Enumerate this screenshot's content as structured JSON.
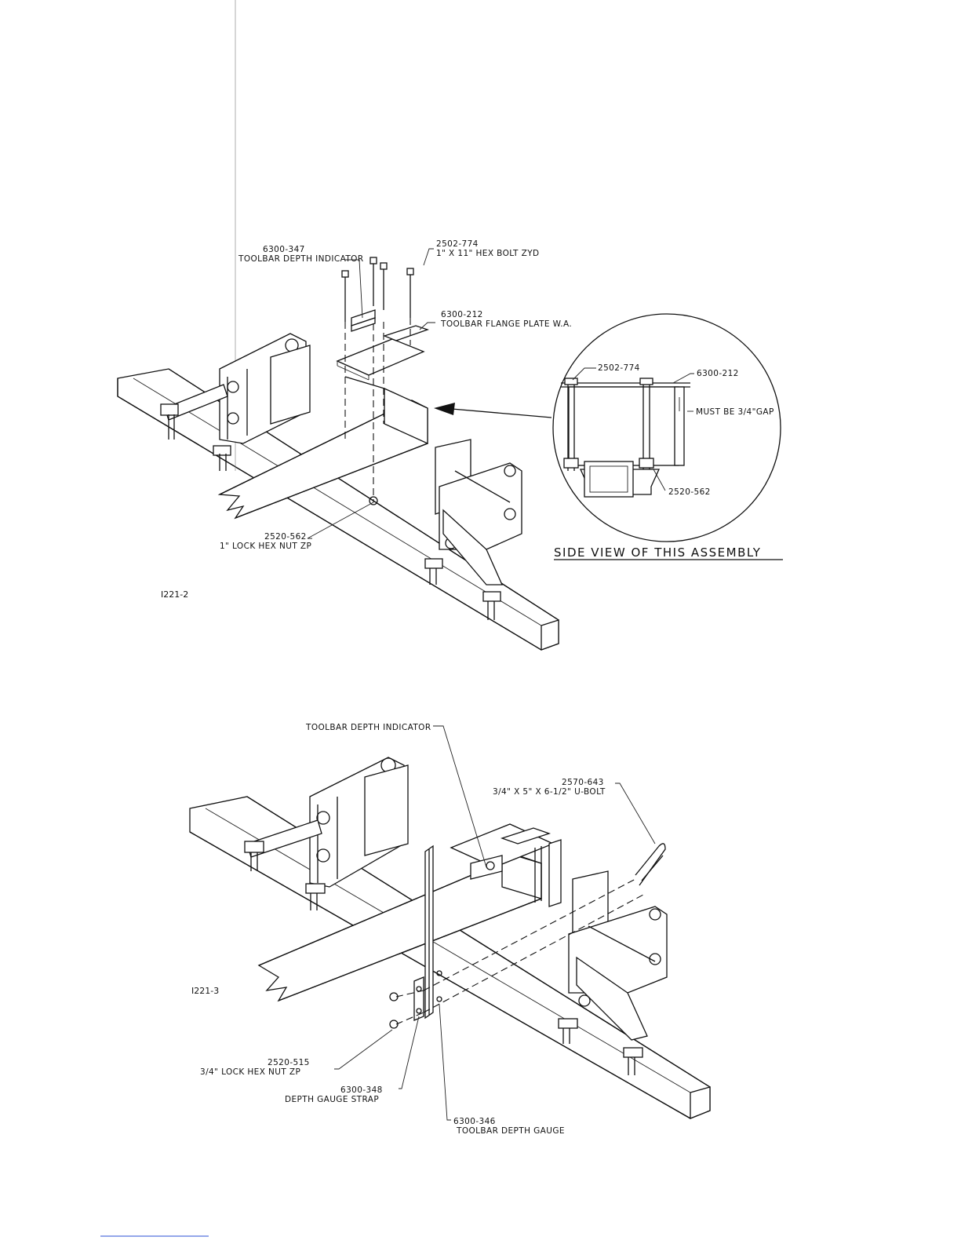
{
  "figure1": {
    "id": "I221-2",
    "callouts": {
      "indicator_part": "6300-347",
      "indicator_name": "TOOLBAR DEPTH INDICATOR",
      "bolt_part": "2502-774",
      "bolt_name": "1\" X 11\" HEX BOLT ZYD",
      "plate_part": "6300-212",
      "plate_name": "TOOLBAR FLANGE PLATE W.A.",
      "nut_part": "2520-562",
      "nut_name": "1\" LOCK HEX NUT ZP"
    },
    "detail": {
      "bolt_part": "2502-774",
      "plate_part": "6300-212",
      "gap_note": "MUST BE 3/4\"GAP",
      "nut_part": "2520-562",
      "caption": "SIDE VIEW OF THIS ASSEMBLY"
    }
  },
  "figure2": {
    "id": "I221-3",
    "callouts": {
      "indicator_name": "TOOLBAR DEPTH INDICATOR",
      "ubolt_part": "2570-643",
      "ubolt_name": "3/4\" X 5\" X 6-1/2\" U-BOLT",
      "nut_part": "2520-515",
      "nut_name": "3/4\" LOCK HEX NUT ZP",
      "strap_part": "6300-348",
      "strap_name": "DEPTH GAUGE STRAP",
      "gauge_part": "6300-346",
      "gauge_name": "TOOLBAR DEPTH GAUGE"
    }
  }
}
